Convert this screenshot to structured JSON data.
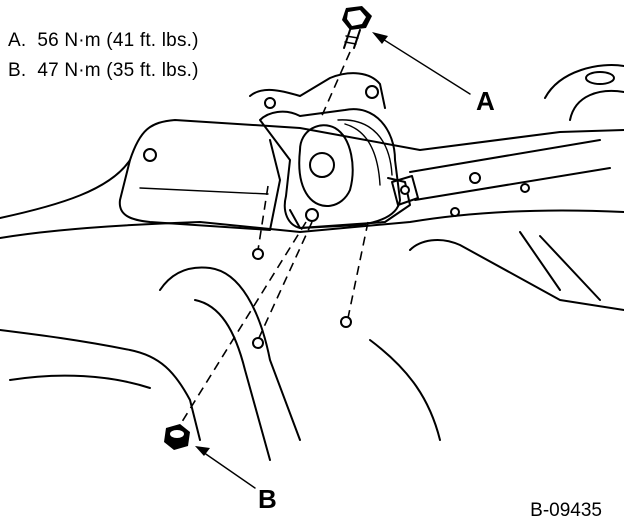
{
  "legend": {
    "items": [
      {
        "key": "A.",
        "text": "56 N·m (41 ft. lbs.)"
      },
      {
        "key": "B.",
        "text": "47 N·m (35 ft. lbs.)"
      }
    ]
  },
  "callouts": {
    "a": "A",
    "b": "B"
  },
  "figure_id": "B-09435"
}
